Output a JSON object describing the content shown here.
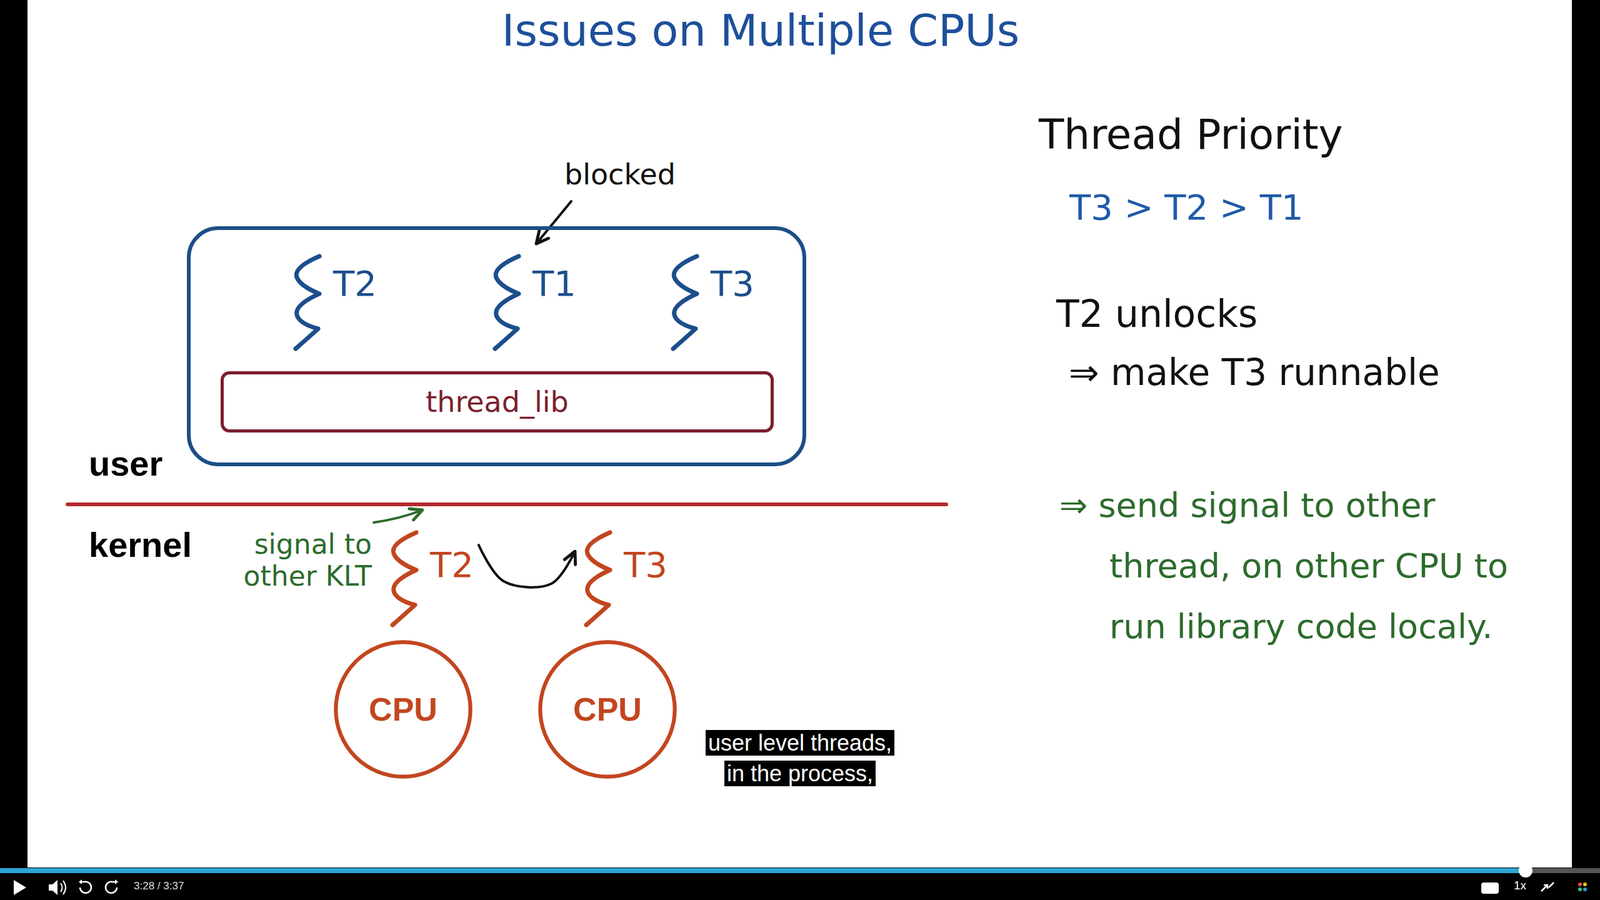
{
  "diagram": {
    "title": "Issues on Multiple CPUs",
    "nodes": [
      {
        "text": []
      },
      {
        "text": [
          "T2"
        ],
        "in": 0
      },
      {
        "text": [
          "T1"
        ],
        "in": 0
      },
      {
        "text": [
          "T3"
        ],
        "in": 0
      },
      {
        "text": [
          "thread_lib"
        ],
        "in": 0
      },
      {
        "text": [
          "T2"
        ]
      },
      {
        "text": [
          "T3"
        ]
      },
      {
        "text": [
          "CPU"
        ]
      },
      {
        "text": [
          "CPU"
        ]
      }
    ],
    "edges": [
      {
        "from": 5,
        "to": 6,
        "arrow": "to"
      }
    ],
    "labels": [
      "blocked",
      "user",
      "kernel",
      "signal to other KLT",
      "Thread Priority",
      "T3 > T2 > T1",
      "T2 unlocks",
      "⇒ make T3 runnable",
      "⇒ send signal to other thread, on other CPU to run library code localy.",
      "user level threads, in the process,",
      "3:28 / 3:37",
      "1x"
    ]
  }
}
